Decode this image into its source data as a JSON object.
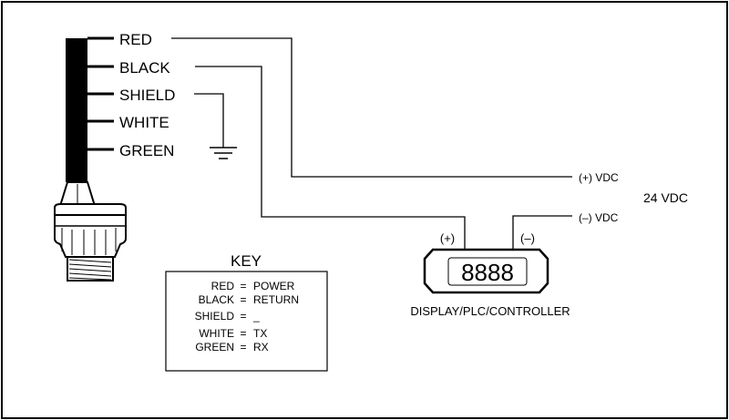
{
  "wires": [
    "RED",
    "BLACK",
    "SHIELD",
    "WHITE",
    "GREEN"
  ],
  "supply": {
    "positive": "(+) VDC",
    "negative": "(–) VDC",
    "voltage": "24 VDC"
  },
  "display": {
    "readout": "8888",
    "plus_terminal": "(+)",
    "minus_terminal": "(–)",
    "caption": "DISPLAY/PLC/CONTROLLER"
  },
  "key": {
    "title": "KEY",
    "rows": [
      {
        "wire": "RED",
        "eq": "=",
        "meaning": "POWER"
      },
      {
        "wire": "BLACK",
        "eq": "=",
        "meaning": "RETURN"
      },
      {
        "wire": "SHIELD",
        "eq": "=",
        "meaning": "_"
      },
      {
        "wire": "WHITE",
        "eq": "=",
        "meaning": "TX"
      },
      {
        "wire": "GREEN",
        "eq": "=",
        "meaning": "RX"
      }
    ]
  }
}
